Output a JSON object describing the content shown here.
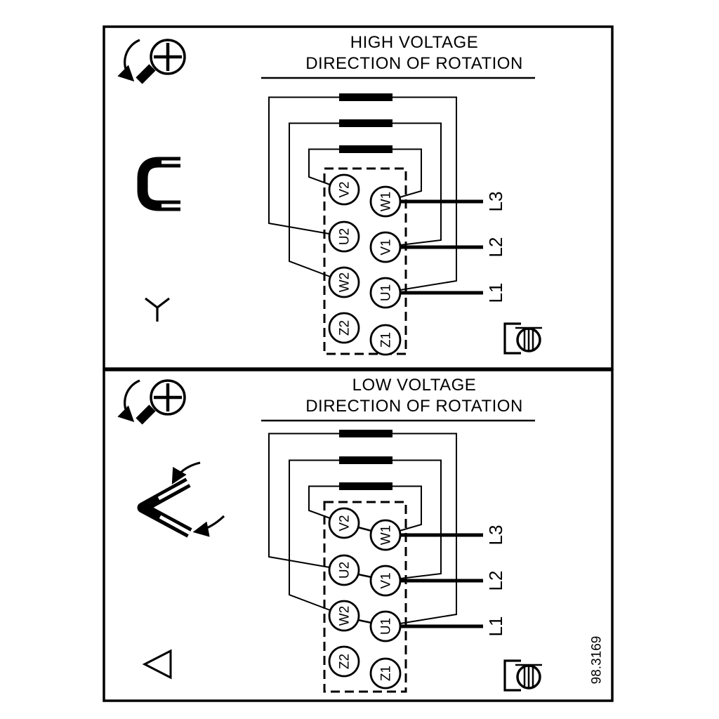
{
  "figure_number": "98.3169",
  "colors": {
    "ink": "#000000",
    "background": "#ffffff"
  },
  "panels": [
    {
      "id": "high-voltage",
      "title_line1": "HIGH VOLTAGE",
      "title_line2": "DIRECTION OF ROTATION",
      "connection_symbol": "star",
      "icons": [
        "screw-rotation-icon",
        "jumper-bracket-icon",
        "star-connection-icon",
        "cable-clamp-icon"
      ],
      "terminals": {
        "left": [
          "V2",
          "U2",
          "W2",
          "Z2"
        ],
        "right": [
          "W1",
          "V1",
          "U1",
          "Z1"
        ]
      },
      "supply_lines": [
        "L3",
        "L2",
        "L1"
      ]
    },
    {
      "id": "low-voltage",
      "title_line1": "LOW VOLTAGE",
      "title_line2": "DIRECTION OF ROTATION",
      "connection_symbol": "delta",
      "icons": [
        "screw-rotation-icon",
        "delta-jumper-bracket-icon",
        "delta-connection-icon",
        "cable-clamp-icon"
      ],
      "terminals": {
        "left": [
          "V2",
          "U2",
          "W2",
          "Z2"
        ],
        "right": [
          "W1",
          "V1",
          "U1",
          "Z1"
        ]
      },
      "supply_lines": [
        "L3",
        "L2",
        "L1"
      ]
    }
  ]
}
